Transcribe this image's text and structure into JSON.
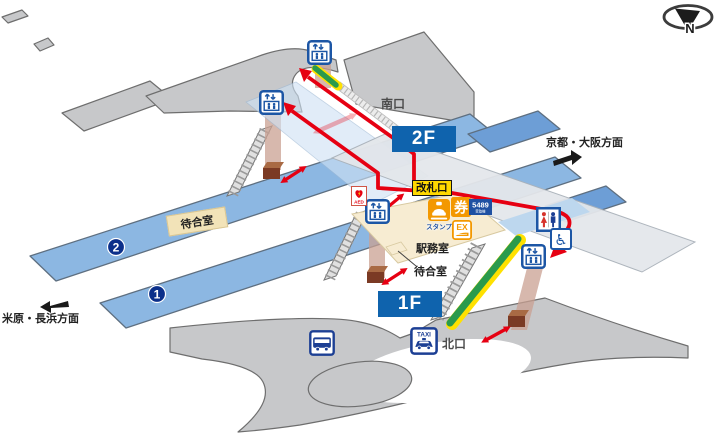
{
  "map": {
    "labels": {
      "south_exit": "南口",
      "north_exit": "北口",
      "ticket_gate": "改札口",
      "station_office": "駅務室",
      "waiting_room_platform": "待合室",
      "waiting_room_concourse": "待合室",
      "floor_2f": "2F",
      "floor_1f": "1F"
    },
    "directions": {
      "east": "京都・大阪方面",
      "west": "米原・長浜方面"
    },
    "platforms": {
      "p1": "1",
      "p2": "2"
    },
    "compass_label": "N",
    "icons": {
      "aed": {
        "label": "AED"
      },
      "stamp": {
        "label": "スタンプ"
      },
      "ticket_machine": {
        "label": "券"
      },
      "pickup_5489": {
        "label": "5489",
        "sublabel": "受取機"
      },
      "ex": {
        "label": "EX"
      },
      "taxi": {
        "label": "TAXI"
      }
    },
    "colors": {
      "route_red": "#e60012",
      "platform_blue": "#8cb7e2",
      "floor_badge_navy": "#0f63ad",
      "gate_yellow": "#ffd800",
      "escalator_green": "#2a9a4c",
      "escalator_yellow": "#ffe100",
      "road_gray": "#c7c8ca",
      "office_cream": "#f7ecd2",
      "icon_border_navy": "#1c56a5"
    }
  }
}
